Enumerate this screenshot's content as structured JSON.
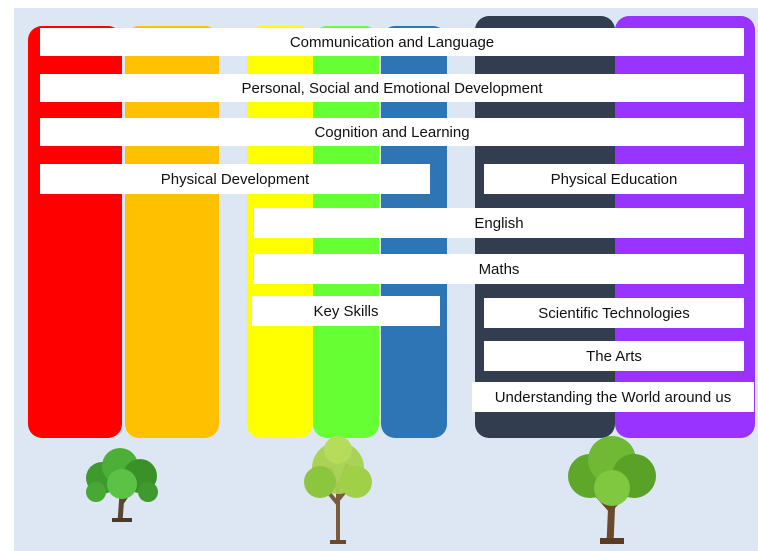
{
  "columns": [
    {
      "name": "red",
      "color": "#ff0000"
    },
    {
      "name": "orange",
      "color": "#ffc000"
    },
    {
      "name": "yellow",
      "color": "#ffff00"
    },
    {
      "name": "green",
      "color": "#66ff33"
    },
    {
      "name": "blue",
      "color": "#2e75b6"
    },
    {
      "name": "dark",
      "color": "#323e4f"
    },
    {
      "name": "purple",
      "color": "#9933ff"
    }
  ],
  "labels": {
    "communication": "Communication and Language",
    "personal": "Personal, Social and Emotional Development",
    "cognition": "Cognition and Learning",
    "physical_development": "Physical Development",
    "physical_education": "Physical Education",
    "english": "English",
    "maths": "Maths",
    "key_skills": "Key Skills",
    "scientific": "Scientific Technologies",
    "arts": "The Arts",
    "world": "Understanding the World around us"
  },
  "trees": [
    "tree-icon-left",
    "tree-icon-middle",
    "tree-icon-right"
  ]
}
